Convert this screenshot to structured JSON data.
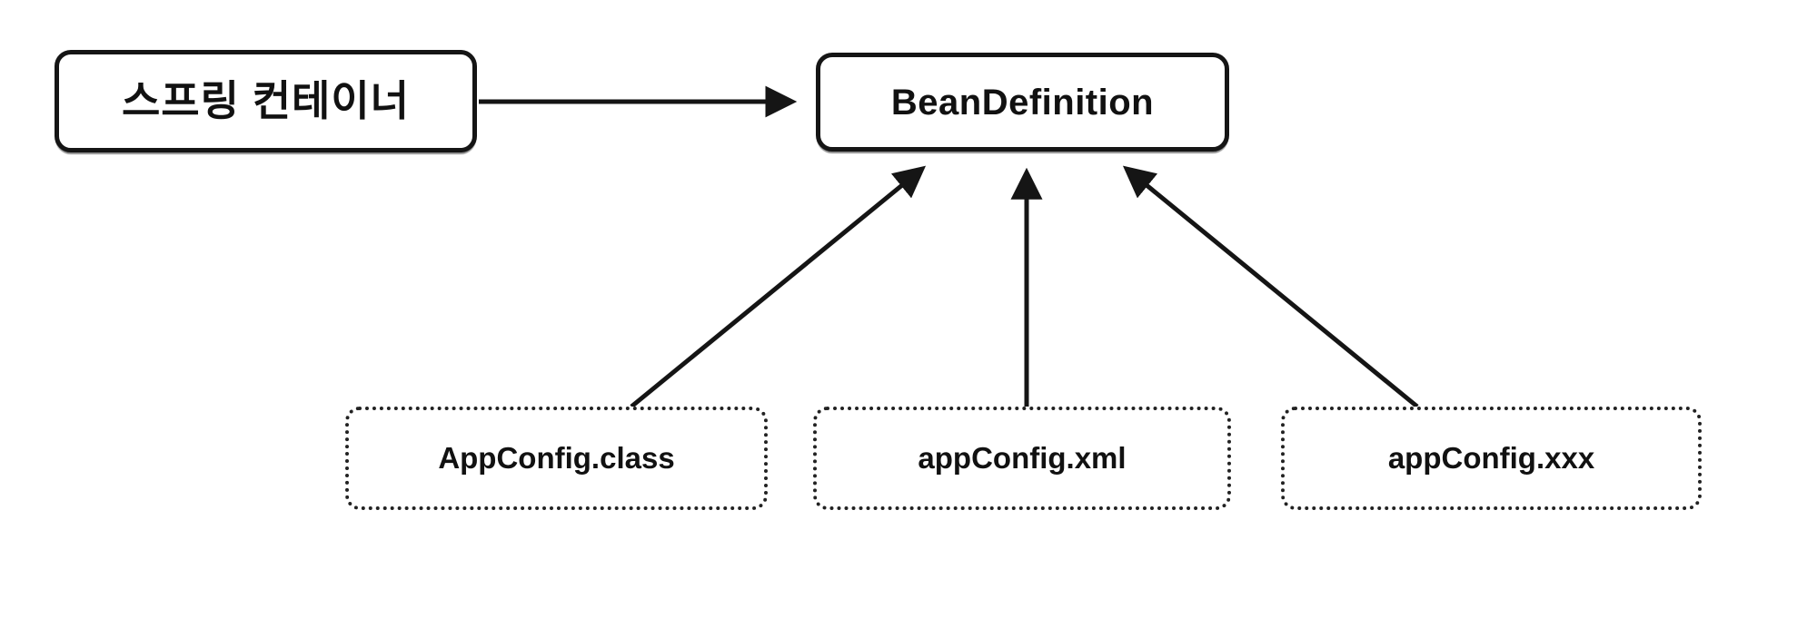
{
  "diagram": {
    "type": "flowchart",
    "background_color": "#ffffff",
    "stroke_color": "#151515",
    "nodes": {
      "spring_container": {
        "label": "스프링 컨테이너",
        "shape": "rounded-rect",
        "border": "solid"
      },
      "bean_definition": {
        "label": "BeanDefinition",
        "shape": "rounded-rect",
        "border": "solid"
      },
      "appconfig_class": {
        "label": "AppConfig.class",
        "shape": "rounded-rect",
        "border": "dotted"
      },
      "appconfig_xml": {
        "label": "appConfig.xml",
        "shape": "rounded-rect",
        "border": "dotted"
      },
      "appconfig_xxx": {
        "label": "appConfig.xxx",
        "shape": "rounded-rect",
        "border": "dotted"
      }
    },
    "edges": [
      {
        "from": "spring_container",
        "to": "bean_definition",
        "style": "solid-arrow",
        "direction": "right"
      },
      {
        "from": "appconfig_class",
        "to": "bean_definition",
        "style": "solid-arrow",
        "direction": "up"
      },
      {
        "from": "appconfig_xml",
        "to": "bean_definition",
        "style": "solid-arrow",
        "direction": "up"
      },
      {
        "from": "appconfig_xxx",
        "to": "bean_definition",
        "style": "solid-arrow",
        "direction": "up"
      }
    ]
  }
}
